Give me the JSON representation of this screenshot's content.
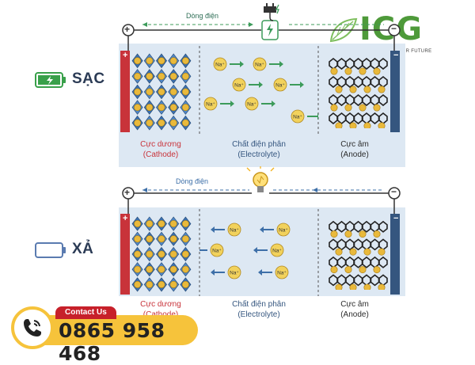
{
  "logo": {
    "text": "ICG",
    "tagline": "INNOVATIONS FOR FUTURE"
  },
  "charge": {
    "mode_label": "SẠC",
    "current_label": "Dòng điện",
    "cathode_label": "Cực dương",
    "cathode_sub": "(Cathode)",
    "electrolyte_label": "Chất điện phân",
    "electrolyte_sub": "(Electrolyte)",
    "anode_label": "Cực âm",
    "anode_sub": "(Anode)",
    "ion": "Na⁺",
    "plus": "+",
    "minus": "−"
  },
  "discharge": {
    "mode_label": "XẢ",
    "current_label": "Dòng điện",
    "cathode_label": "Cực dương",
    "cathode_sub": "(Cathode)",
    "electrolyte_label": "Chất điện phân",
    "electrolyte_sub": "(Electrolyte)",
    "anode_label": "Cực âm",
    "anode_sub": "(Anode)",
    "ion": "Na⁺",
    "plus": "+",
    "minus": "−"
  },
  "contact": {
    "tag": "Contact Us",
    "phone": "0865 958 468"
  },
  "colors": {
    "positive": "#c8333a",
    "negative": "#35567f",
    "flow_green": "#3c9b5a",
    "flow_blue": "#3d6fa8",
    "accent_yellow": "#f6c33b",
    "brand_green": "#4e9a3a"
  }
}
